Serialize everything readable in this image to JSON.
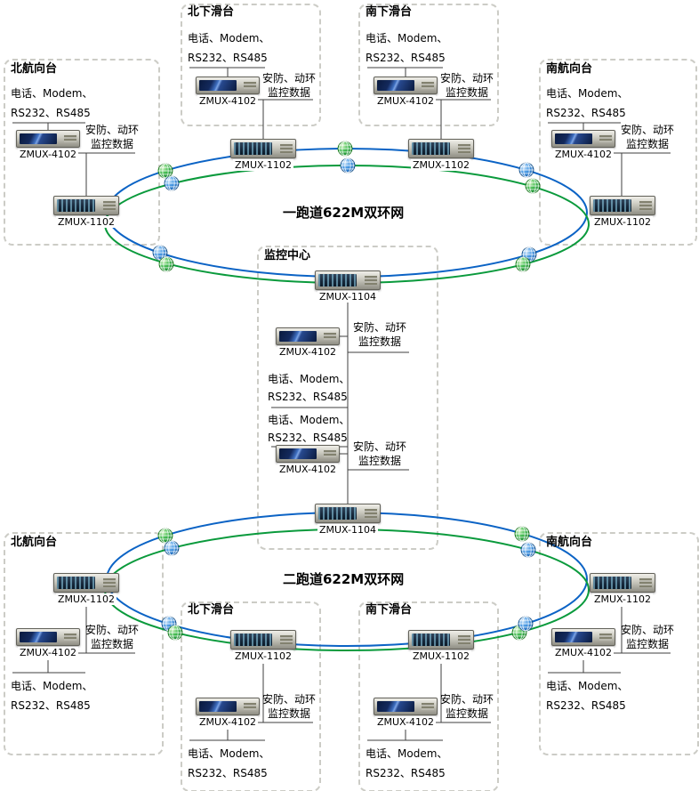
{
  "colors": {
    "ring_blue": "#0b63c5",
    "ring_green": "#0a9a3c"
  },
  "ring1": {
    "title": "一跑道622M双环网",
    "stations": [
      {
        "name": "北航向台",
        "phone1": "电话、Modem、",
        "phone2": "RS232、RS485",
        "access_device": "ZMUX-4102",
        "sec1": "安防、动环",
        "sec2": "监控数据",
        "ring_device": "ZMUX-1102"
      },
      {
        "name": "北下滑台",
        "phone1": "电话、Modem、",
        "phone2": "RS232、RS485",
        "access_device": "ZMUX-4102",
        "sec1": "安防、动环",
        "sec2": "监控数据",
        "ring_device": "ZMUX-1102"
      },
      {
        "name": "南下滑台",
        "phone1": "电话、Modem、",
        "phone2": "RS232、RS485",
        "access_device": "ZMUX-4102",
        "sec1": "安防、动环",
        "sec2": "监控数据",
        "ring_device": "ZMUX-1102"
      },
      {
        "name": "南航向台",
        "phone1": "电话、Modem、",
        "phone2": "RS232、RS485",
        "access_device": "ZMUX-4102",
        "sec1": "安防、动环",
        "sec2": "监控数据",
        "ring_device": "ZMUX-1102"
      }
    ]
  },
  "center": {
    "title": "监控中心",
    "ring1_device": "ZMUX-1104",
    "access_top": "ZMUX-4102",
    "sec_top1": "安防、动环",
    "sec_top2": "监控数据",
    "phone_a1": "电话、Modem、",
    "phone_a2": "RS232、RS485",
    "phone_b1": "电话、Modem、",
    "phone_b2": "RS232、RS485",
    "access_bottom": "ZMUX-4102",
    "sec_bottom1": "安防、动环",
    "sec_bottom2": "监控数据",
    "ring2_device": "ZMUX-1104"
  },
  "ring2": {
    "title": "二跑道622M双环网",
    "stations": [
      {
        "name": "北航向台",
        "phone1": "电话、Modem、",
        "phone2": "RS232、RS485",
        "access_device": "ZMUX-4102",
        "sec1": "安防、动环",
        "sec2": "监控数据",
        "ring_device": "ZMUX-1102"
      },
      {
        "name": "北下滑台",
        "phone1": "电话、Modem、",
        "phone2": "RS232、RS485",
        "access_device": "ZMUX-4102",
        "sec1": "安防、动环",
        "sec2": "监控数据",
        "ring_device": "ZMUX-1102"
      },
      {
        "name": "南下滑台",
        "phone1": "电话、Modem、",
        "phone2": "RS232、RS485",
        "access_device": "ZMUX-4102",
        "sec1": "安防、动环",
        "sec2": "监控数据",
        "ring_device": "ZMUX-1102"
      },
      {
        "name": "南航向台",
        "phone1": "电话、Modem、",
        "phone2": "RS232、RS485",
        "access_device": "ZMUX-4102",
        "sec1": "安防、动环",
        "sec2": "监控数据",
        "ring_device": "ZMUX-1102"
      }
    ]
  }
}
